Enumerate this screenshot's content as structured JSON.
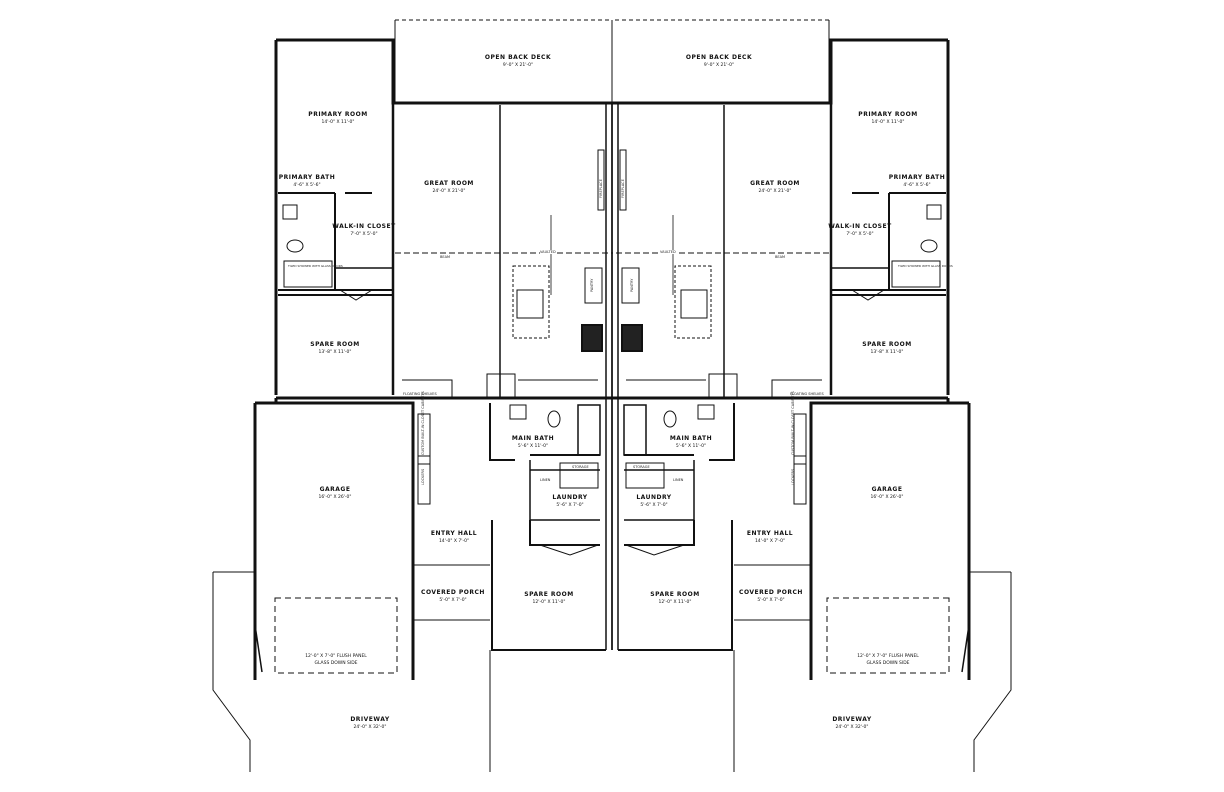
{
  "unit": {
    "deck": {
      "name": "OPEN BACK DECK",
      "dim": "9'-0\" X 21'-0\""
    },
    "primary_room": {
      "name": "PRIMARY ROOM",
      "dim": "14'-0\" X 11'-0\""
    },
    "primary_bath": {
      "name": "PRIMARY BATH",
      "dim": "4'-6\" X 5'-6\""
    },
    "walk_in_closet": {
      "name": "WALK-IN CLOSET",
      "dim": "7'-0\" X 5'-0\""
    },
    "great_room": {
      "name": "GREAT ROOM",
      "dim": "24'-0\" X 21'-0\""
    },
    "spare_room_1": {
      "name": "SPARE ROOM",
      "dim": "13'-8\" X 11'-0\""
    },
    "garage": {
      "name": "GARAGE",
      "dim": "16'-0\" X 26'-0\""
    },
    "entry_hall": {
      "name": "ENTRY HALL",
      "dim": "14'-0\" X 7'-0\""
    },
    "covered_porch": {
      "name": "COVERED PORCH",
      "dim": "5'-0\" X 7'-0\""
    },
    "main_bath": {
      "name": "MAIN BATH",
      "dim": "5'-6\" X 11'-0\""
    },
    "laundry": {
      "name": "LAUNDRY",
      "dim": "5'-6\" X 7'-0\""
    },
    "spare_room_2": {
      "name": "SPARE ROOM",
      "dim": "12'-0\" X 11'-0\""
    },
    "driveway": {
      "name": "DRIVEWAY",
      "dim": "24'-0\" X 32'-0\""
    },
    "garage_door": {
      "line1": "12'-0\" X 7'-0\" FLUSH PANEL",
      "line2": "GLASS DOWN SIDE"
    },
    "notes": {
      "vaulted": "VAULTED",
      "beam": "BEAM",
      "fireplace": "FIREPLACE",
      "pantry": "PANTRY",
      "floating_shelves": "FLOATING SHELVES",
      "storage": "STORAGE",
      "linen": "LINEN",
      "lockers": "LOCKERS",
      "closet_cabinets": "CUSTOM BUILT-IN CLOSET CABINETS",
      "tiled_shower": "TILED SHOWER WITH GLASS DOORS"
    }
  }
}
